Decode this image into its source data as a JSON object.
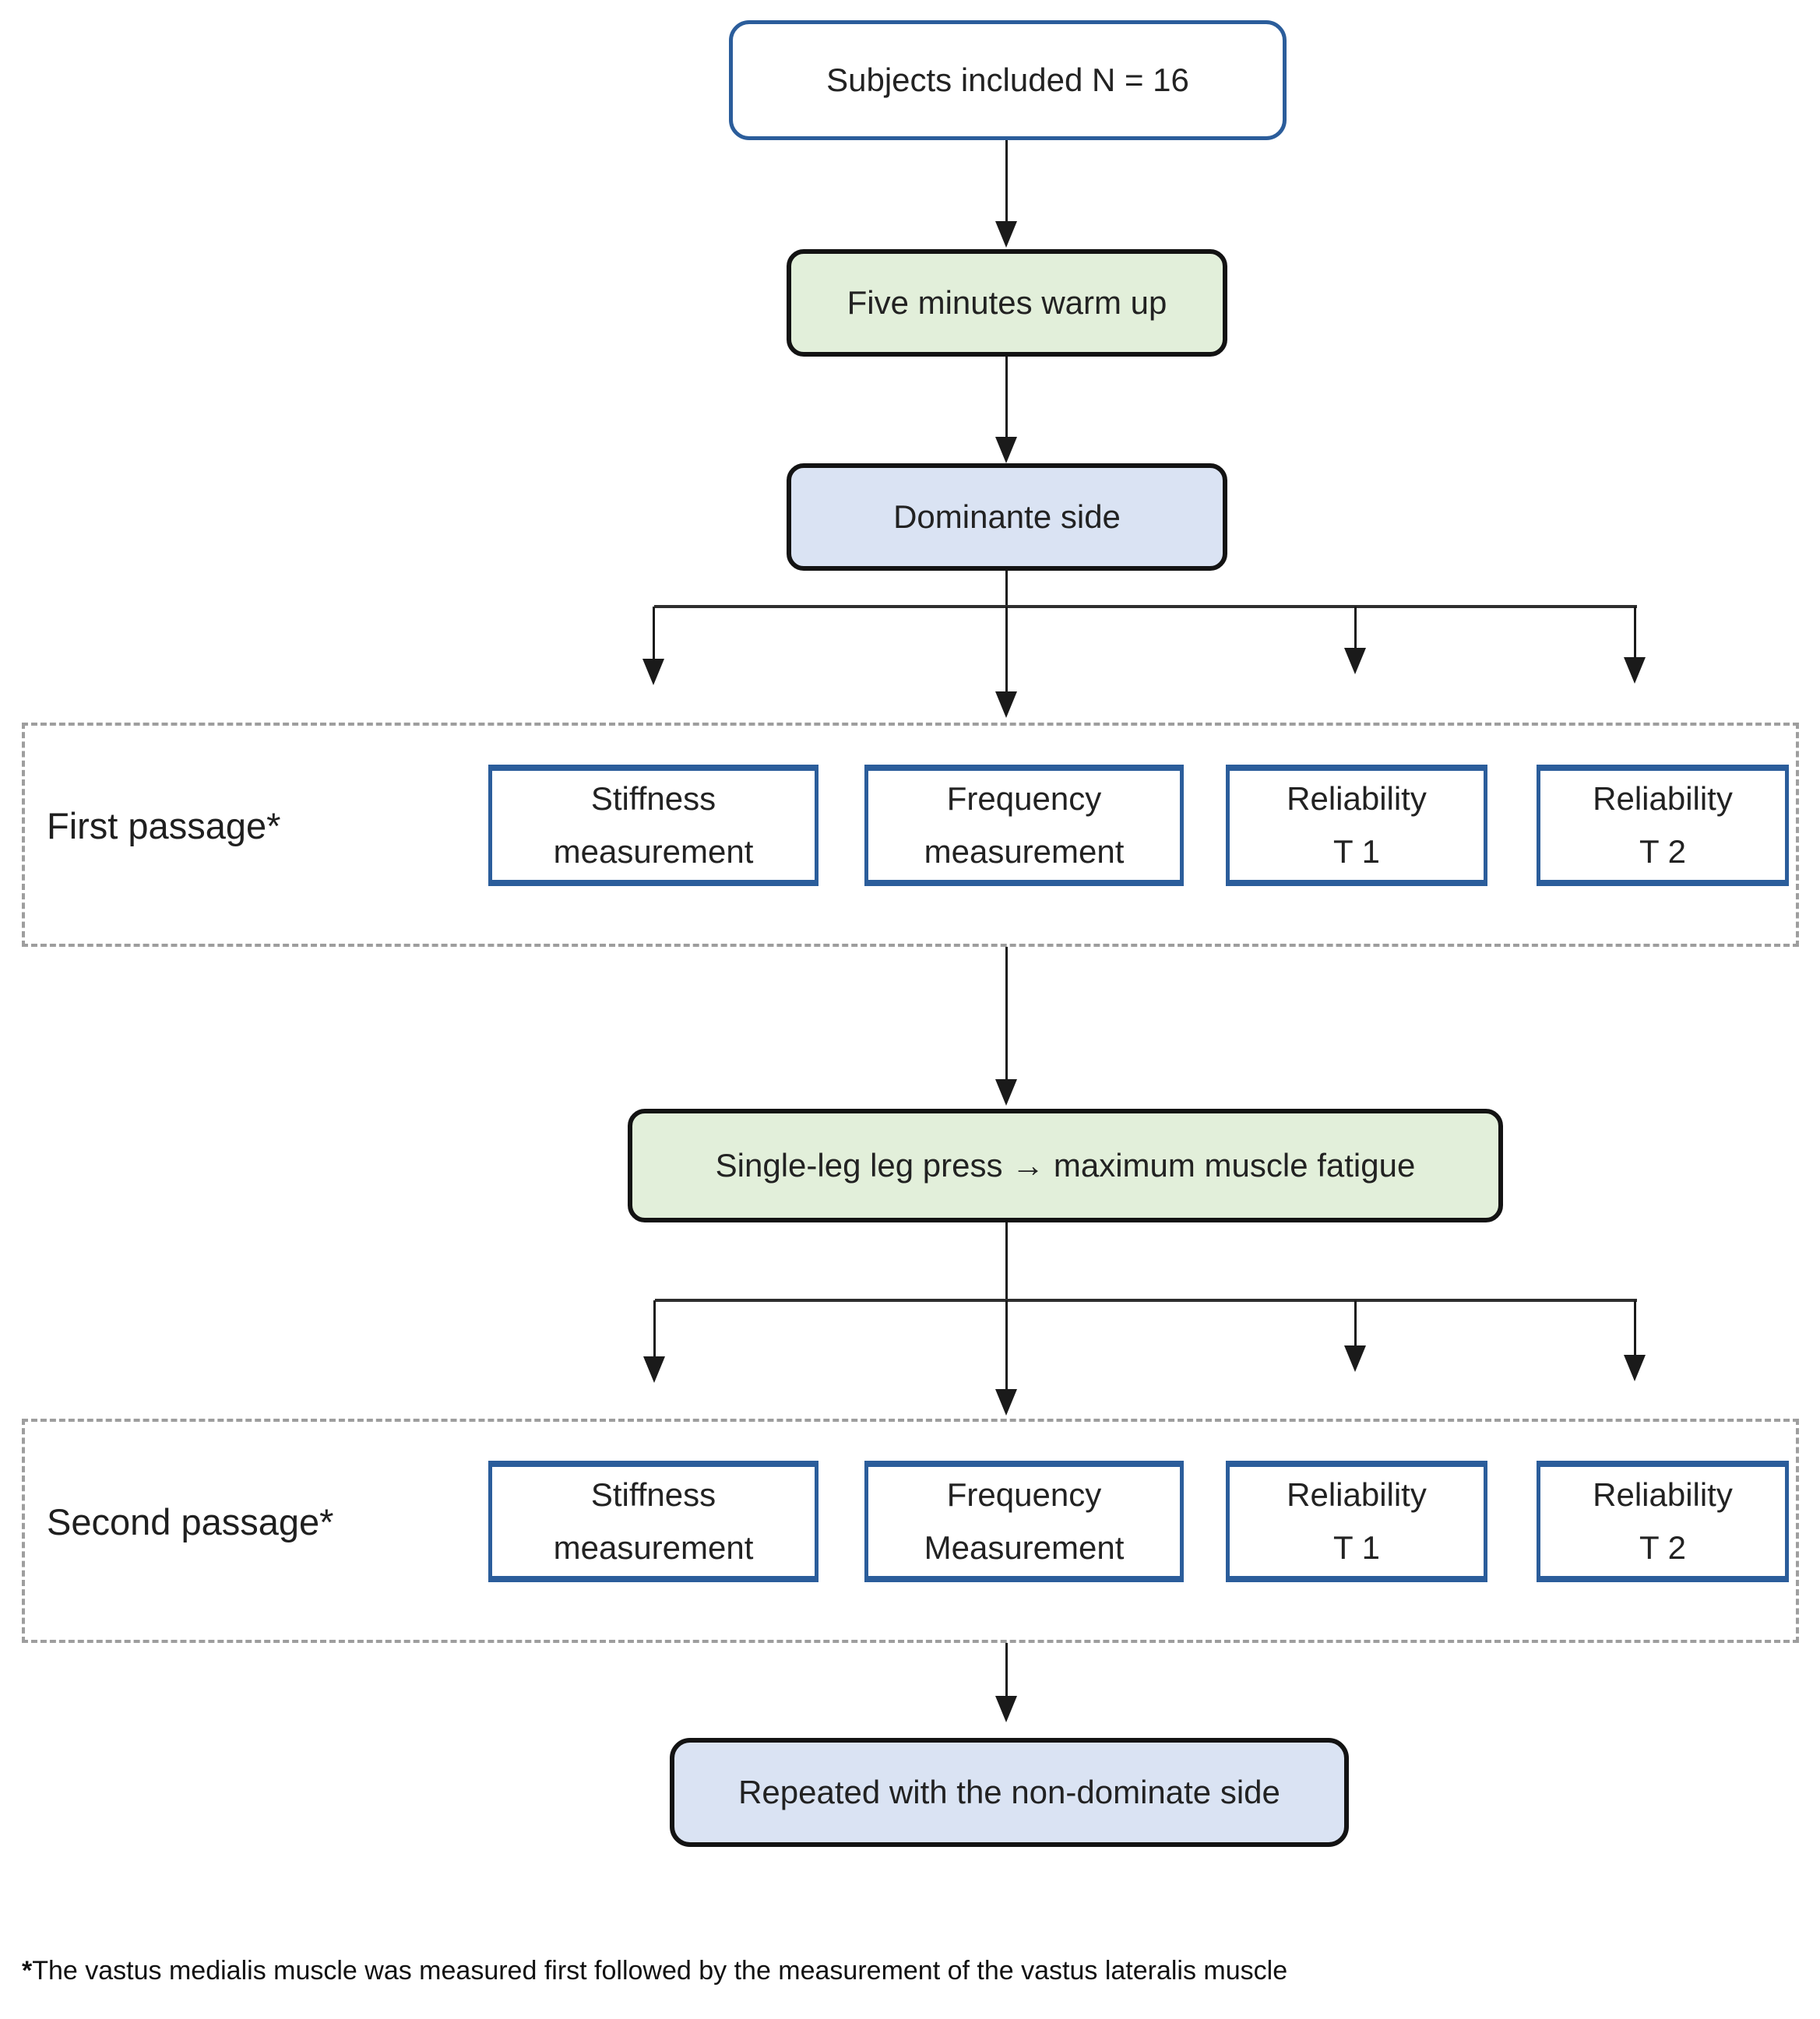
{
  "flowchart": {
    "nodes": {
      "subjects": {
        "label": "Subjects included N = 16"
      },
      "warmup": {
        "label": "Five minutes warm up"
      },
      "dominant": {
        "label": "Dominante side"
      },
      "fatigue": {
        "label": "Single-leg leg press → maximum muscle fatigue"
      },
      "repeated": {
        "label": "Repeated with the non-dominate side"
      }
    },
    "passages": [
      {
        "label": "First passage*",
        "boxes": [
          {
            "line1": "Stiffness",
            "line2": "measurement"
          },
          {
            "line1": "Frequency",
            "line2": "measurement"
          },
          {
            "line1": "Reliability",
            "line2": "T 1"
          },
          {
            "line1": "Reliability",
            "line2": "T 2"
          }
        ]
      },
      {
        "label": "Second passage*",
        "boxes": [
          {
            "line1": "Stiffness",
            "line2": "measurement"
          },
          {
            "line1": "Frequency",
            "line2": "Measurement"
          },
          {
            "line1": "Reliability",
            "line2": "T 1"
          },
          {
            "line1": "Reliability",
            "line2": "T 2"
          }
        ]
      }
    ],
    "footnote": {
      "marker": "*",
      "text": "The vastus medialis muscle was measured first followed by the measurement of the vastus lateralis muscle"
    },
    "colors": {
      "blue_border": "#2b5d9b",
      "light_blue_fill": "#dae3f3",
      "light_green_fill": "#e2efda",
      "black_border": "#131313",
      "dash_gray": "#9e9e9e",
      "line_black": "#1a1a1a"
    }
  }
}
